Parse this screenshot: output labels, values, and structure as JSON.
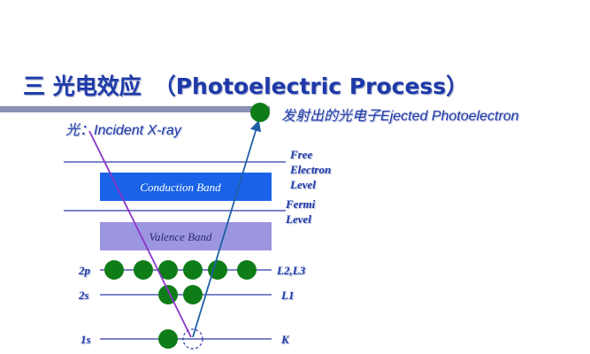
{
  "title": {
    "zh": "三 光电效应",
    "en": "（Photoelectric Process）"
  },
  "incident": {
    "zh": "光：",
    "en": "Incident X-ray"
  },
  "ejected": {
    "zh": "发射出的光电子",
    "en": "Ejected Photoelectron"
  },
  "levels": {
    "free": [
      "Free",
      "Electron",
      "Level"
    ],
    "fermi": [
      "Fermi",
      "Level"
    ]
  },
  "bands": {
    "conduction": "Conduction Band",
    "valence": "Valence Band"
  },
  "shells": [
    {
      "orbital": "2p",
      "level": "L2,L3",
      "electrons": 6
    },
    {
      "orbital": "2s",
      "level": "L1",
      "electrons": 2
    },
    {
      "orbital": "1s",
      "level": "K",
      "electrons": 1,
      "vacancy": 1
    }
  ],
  "colors": {
    "title": "#1f3aa8",
    "conduction_band": "#1a63e8",
    "valence_band": "#9c96e0",
    "electron": "#0f7d17",
    "xray": "#8b35c9",
    "photoelectron": "#1f5fa8",
    "line": "#2f3aa6"
  }
}
